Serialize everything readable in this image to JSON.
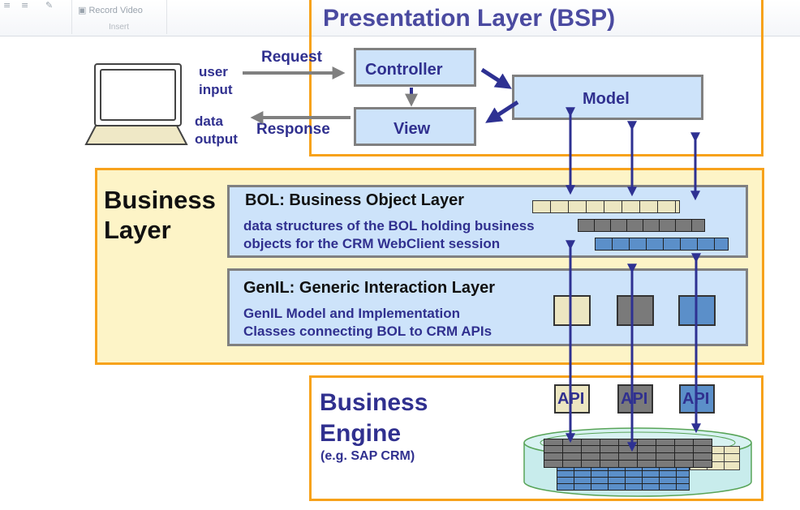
{
  "ribbon": {
    "record_video_label": "Record Video",
    "group_label": "Insert"
  },
  "presentation": {
    "title": "Presentation Layer (BSP)",
    "controller": "Controller",
    "view": "View",
    "model": "Model"
  },
  "client": {
    "request": "Request",
    "response": "Response",
    "user_input": [
      "user",
      "input"
    ],
    "data_output": [
      "data",
      "output"
    ]
  },
  "business_layer": {
    "title": [
      "Business",
      "Layer"
    ],
    "bol": {
      "title": "BOL: Business Object Layer",
      "desc": [
        "data structures of the BOL holding business",
        "objects for the CRM WebClient session"
      ]
    },
    "genil": {
      "title": "GenIL: Generic Interaction Layer",
      "desc": [
        "GenIL Model and Implementation",
        "Classes connecting BOL to CRM APIs"
      ]
    }
  },
  "engine": {
    "title": [
      "Business",
      "Engine"
    ],
    "subtitle": "(e.g. SAP CRM)",
    "api_labels": [
      "API",
      "API",
      "API"
    ]
  },
  "colors": {
    "orange": "#f7a21b",
    "light_yellow": "#fdf4c7",
    "light_blue": "#cde3fa",
    "text_blue": "#30308f",
    "arrow_blue": "#2e3192",
    "beige": "#ece6c1",
    "gray": "#7a7a7a",
    "steel_blue": "#5b8fc9",
    "cylinder": "#c8ecec"
  }
}
